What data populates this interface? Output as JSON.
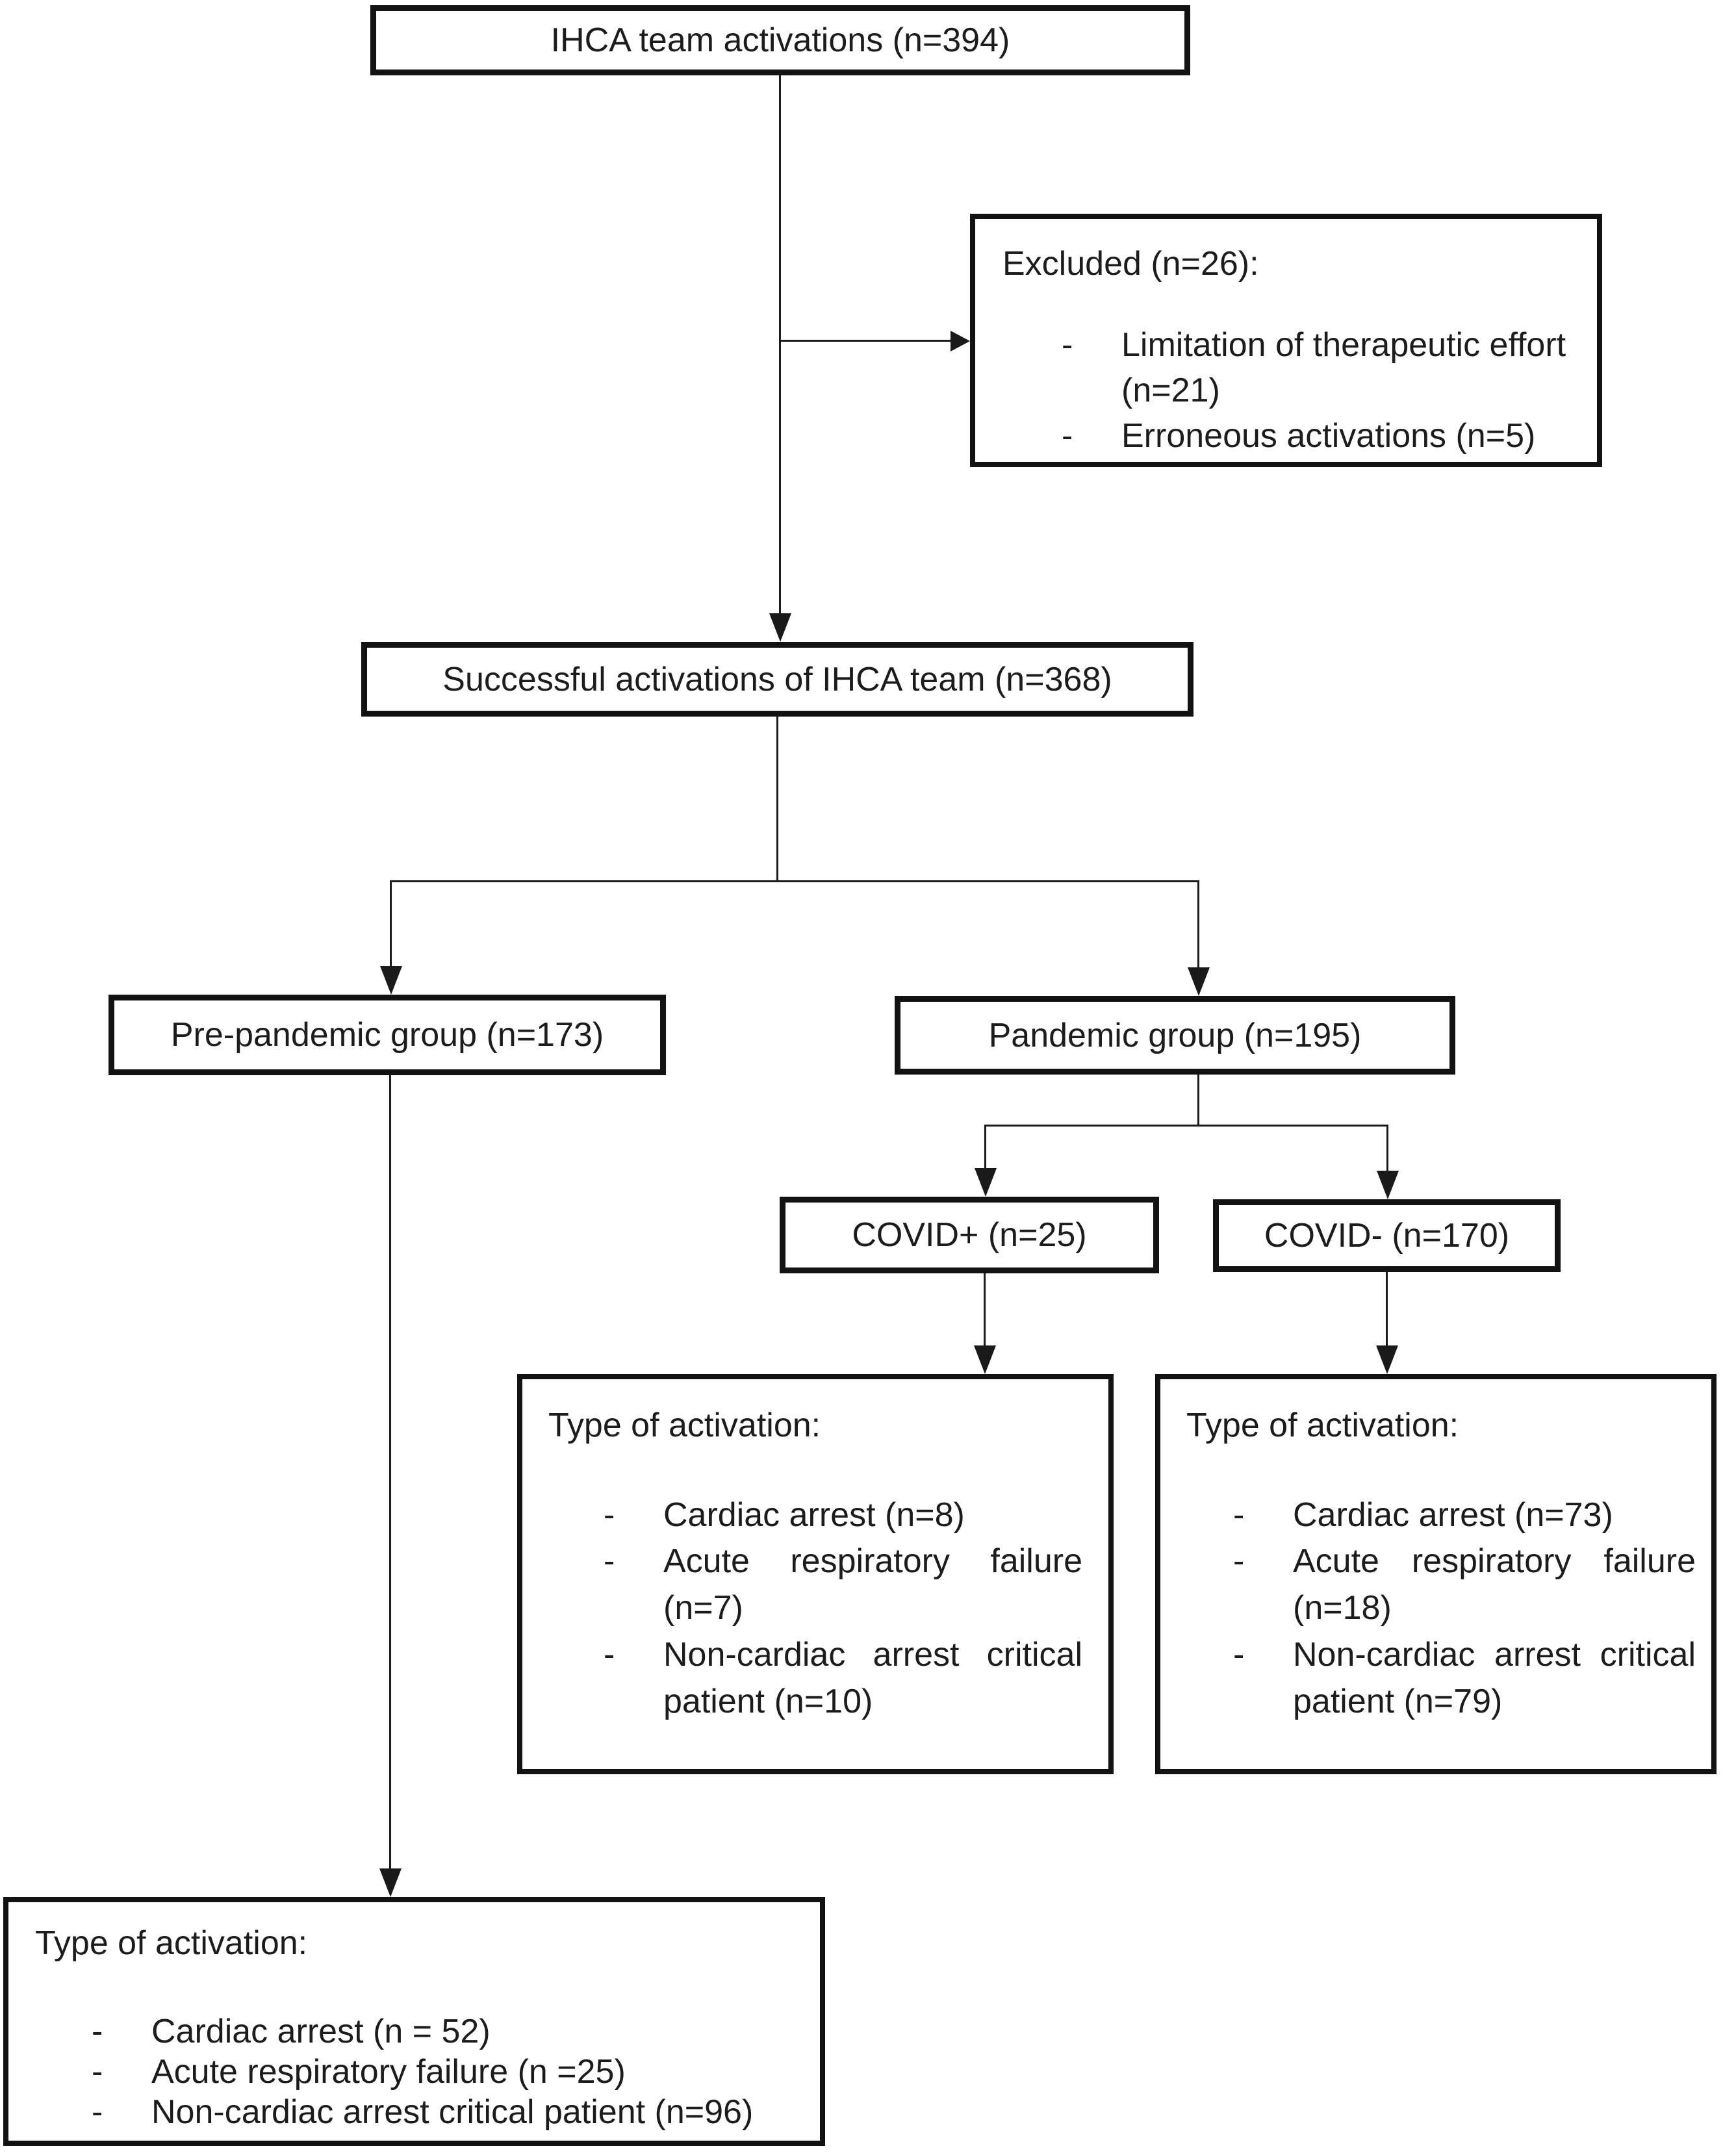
{
  "diagram": {
    "bullet_char": "-",
    "colors": {
      "line": "#1a1a1a",
      "border": "#121212",
      "background": "#ffffff"
    },
    "boxes": {
      "top": {
        "label": "IHCA team activations (n=394)"
      },
      "excluded": {
        "title": "Excluded (n=26):",
        "items": [
          "Limitation of therapeutic effort (n=21)",
          "Erroneous activations (n=5)"
        ]
      },
      "successful": {
        "label": "Successful activations of IHCA team (n=368)"
      },
      "prepandemic": {
        "label": "Pre-pandemic group (n=173)"
      },
      "pandemic": {
        "label": "Pandemic group (n=195)"
      },
      "covid_positive": {
        "label": "COVID+ (n=25)"
      },
      "covid_negative": {
        "label": "COVID- (n=170)"
      },
      "type_covid_positive": {
        "title": "Type of activation:",
        "items": [
          "Cardiac arrest (n=8)",
          "Acute respiratory failure (n=7)",
          "Non-cardiac arrest critical patient (n=10)"
        ]
      },
      "type_covid_negative": {
        "title": "Type of activation:",
        "items": [
          "Cardiac arrest (n=73)",
          "Acute respiratory failure (n=18)",
          "Non-cardiac arrest critical patient (n=79)"
        ]
      },
      "type_prepandemic": {
        "title": "Type of activation:",
        "items": [
          "Cardiac arrest (n = 52)",
          "Acute respiratory failure (n =25)",
          "Non-cardiac arrest critical patient (n=96)"
        ]
      }
    }
  }
}
